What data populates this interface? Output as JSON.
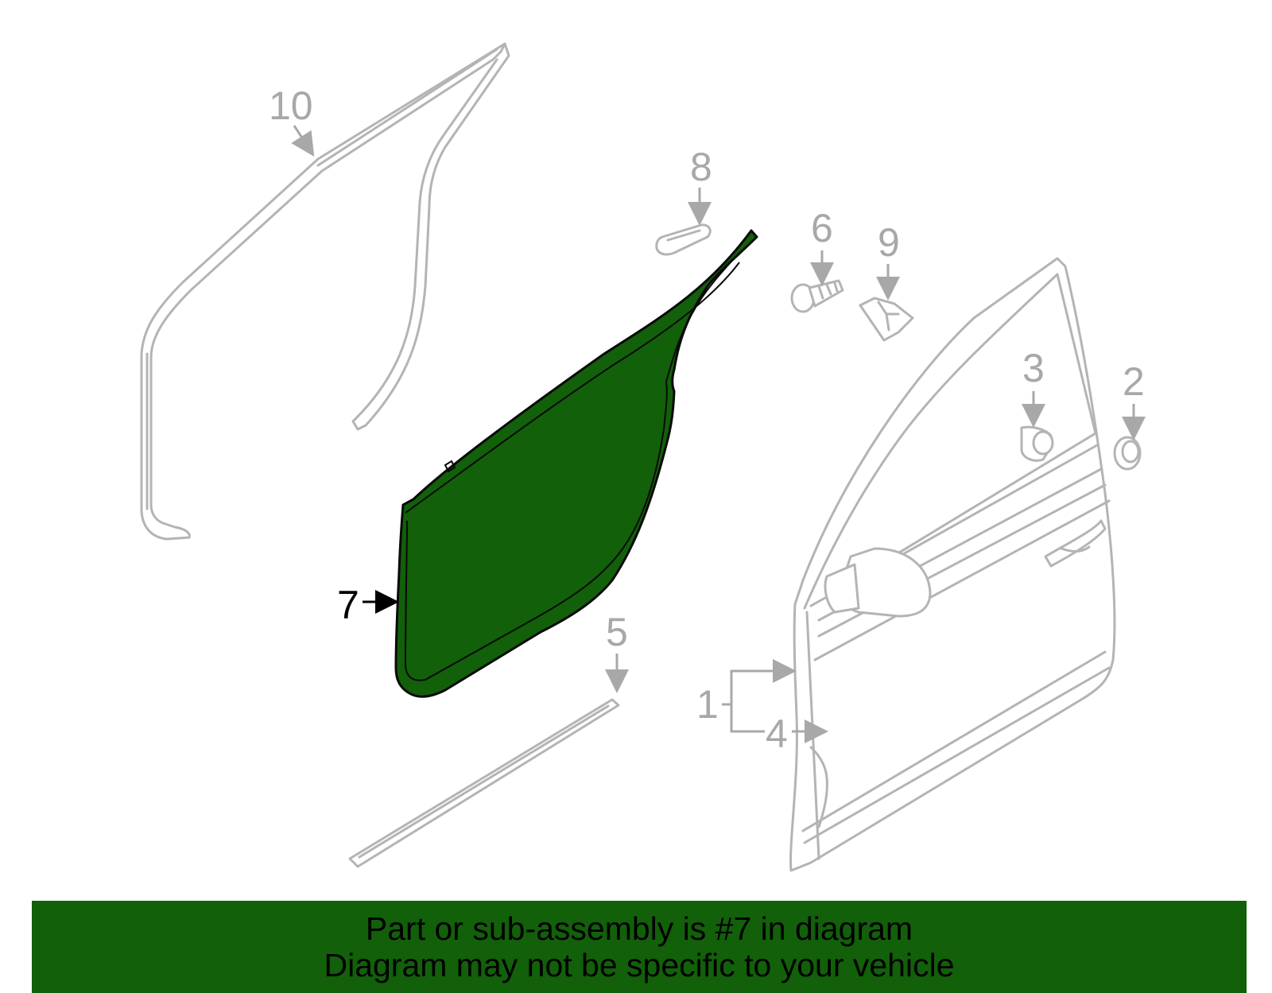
{
  "callouts": {
    "c1": "1",
    "c2": "2",
    "c3": "3",
    "c4": "4",
    "c5": "5",
    "c6": "6",
    "c7": "7",
    "c8": "8",
    "c9": "9",
    "c10": "10"
  },
  "highlight": {
    "part_number": "7",
    "color": "#12600a"
  },
  "banner": {
    "line1": "Part or sub-assembly is #7 in diagram",
    "line2": "Diagram may not be specific to your vehicle",
    "background": "#12600a"
  }
}
